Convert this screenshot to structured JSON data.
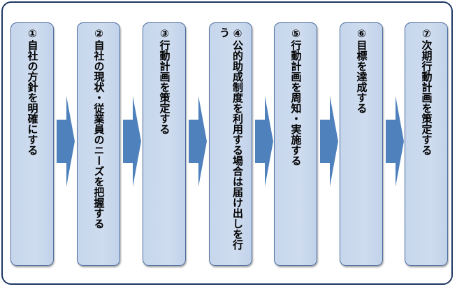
{
  "steps": [
    {
      "id": "step-1",
      "label": "①自社の方針を明確にする"
    },
    {
      "id": "step-2",
      "label": "②自社の現状・従業員のニーズを把握する"
    },
    {
      "id": "step-3",
      "label": "③行動計画を策定する"
    },
    {
      "id": "step-4",
      "label": "④公的助成制度を利用する場合は届け出しを行う"
    },
    {
      "id": "step-5",
      "label": "⑤行動計画を周知・実施する"
    },
    {
      "id": "step-6",
      "label": "⑥目標を達成する"
    },
    {
      "id": "step-7",
      "label": "⑦次期行動計画を策定する"
    }
  ],
  "colors": {
    "frame": "#1f3864",
    "box_fill": "#c6d6ec",
    "box_border": "#4f6e9e",
    "arrow": "#4f81bd"
  },
  "icons": {
    "arrow": "right-chevron-arrow"
  }
}
